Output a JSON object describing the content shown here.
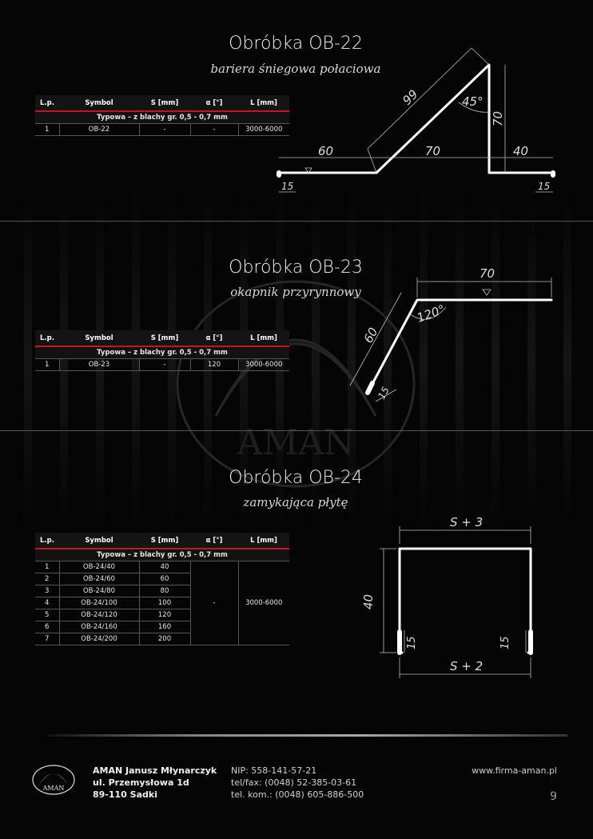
{
  "sections": [
    {
      "title": "Obróbka OB-22",
      "subtitle": "bariera śniegowa połaciowa",
      "table": {
        "headers": [
          "L.p.",
          "Symbol",
          "S [mm]",
          "α [°]",
          "L [mm]"
        ],
        "subheader": "Typowa – z blachy gr. 0,5 - 0,7 mm",
        "rows": [
          [
            "1",
            "OB-22",
            "-",
            "-",
            "3000-6000"
          ]
        ]
      },
      "dimensions": [
        "99",
        "45°",
        "70",
        "60",
        "70",
        "40",
        "15",
        "15"
      ]
    },
    {
      "title": "Obróbka OB-23",
      "subtitle": "okapnik przyrynnowy",
      "table": {
        "headers": [
          "L.p.",
          "Symbol",
          "S [mm]",
          "α [°]",
          "L [mm]"
        ],
        "subheader": "Typowa – z blachy gr. 0,5 - 0,7 mm",
        "rows": [
          [
            "1",
            "OB-23",
            "-",
            "120",
            "3000-6000"
          ]
        ]
      },
      "dimensions": [
        "70",
        "120°",
        "60",
        "15"
      ]
    },
    {
      "title": "Obróbka OB-24",
      "subtitle": "zamykająca płytę",
      "table": {
        "headers": [
          "L.p.",
          "Symbol",
          "S [mm]",
          "α [°]",
          "L [mm]"
        ],
        "subheader": "Typowa – z blachy gr. 0,5 - 0,7 mm",
        "rows": [
          [
            "1",
            "OB-24/40",
            "40"
          ],
          [
            "2",
            "OB-24/60",
            "60"
          ],
          [
            "3",
            "OB-24/80",
            "80"
          ],
          [
            "4",
            "OB-24/100",
            "100"
          ],
          [
            "5",
            "OB-24/120",
            "120"
          ],
          [
            "6",
            "OB-24/160",
            "160"
          ],
          [
            "7",
            "OB-24/200",
            "200"
          ]
        ],
        "merged_alpha": "-",
        "merged_length": "3000-6000"
      },
      "dimensions": [
        "S + 3",
        "40",
        "15",
        "15",
        "S + 2"
      ]
    }
  ],
  "watermark": "AMAN",
  "footer": {
    "company": "AMAN Janusz Młynarczyk",
    "street": "ul. Przemysłowa 1d",
    "city": "89-110 Sadki",
    "nip": "NIP: 558-141-57-21",
    "telfax": "tel/fax: (0048) 52-385-03-61",
    "mobile": "tel. kom.: (0048) 605-886-500",
    "website": "www.firma-aman.pl",
    "page": "9",
    "logo_text": "AMAN"
  },
  "colors": {
    "accent": "#c4161c",
    "background": "#050505",
    "text": "#eeeeee"
  }
}
